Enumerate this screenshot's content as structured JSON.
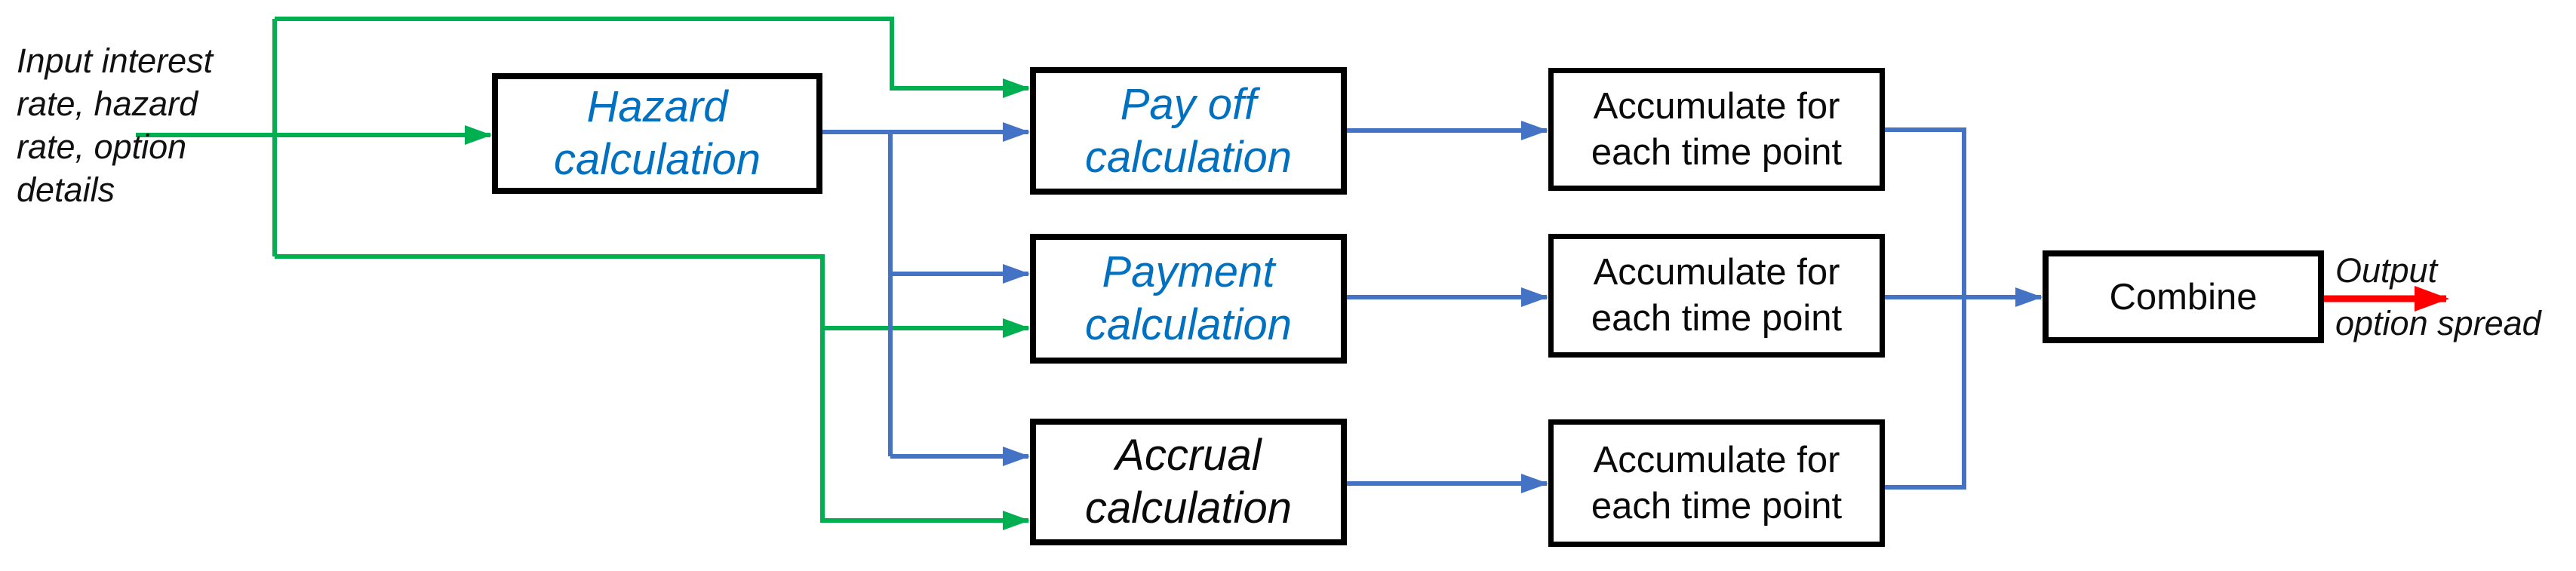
{
  "colors": {
    "green": "#00B050",
    "blue_line": "#4472C4",
    "blue_text": "#0070C0",
    "red": "#FF0000",
    "ink": "#000000"
  },
  "annotations": {
    "input": "Input interest\nrate, hazard\nrate, option\ndetails",
    "output_line1": "Output",
    "output_line2": "option spread"
  },
  "nodes": {
    "hazard": {
      "label": "Hazard\ncalculation"
    },
    "payoff": {
      "label": "Pay off\ncalculation"
    },
    "payment": {
      "label": "Payment\ncalculation"
    },
    "accrual": {
      "label": "Accrual\ncalculation"
    },
    "accumulate_payoff": {
      "label": "Accumulate for\neach time point"
    },
    "accumulate_payment": {
      "label": "Accumulate for\neach time point"
    },
    "accumulate_accrual": {
      "label": "Accumulate for\neach time point"
    },
    "combine": {
      "label": "Combine"
    }
  },
  "flows": [
    {
      "from": "input",
      "to": "hazard",
      "color": "green"
    },
    {
      "from": "input",
      "to": "payoff",
      "color": "green"
    },
    {
      "from": "input",
      "to": "payment",
      "color": "green"
    },
    {
      "from": "input",
      "to": "accrual",
      "color": "green"
    },
    {
      "from": "hazard",
      "to": "payoff",
      "color": "blue"
    },
    {
      "from": "hazard",
      "to": "payment",
      "color": "blue"
    },
    {
      "from": "hazard",
      "to": "accrual",
      "color": "blue"
    },
    {
      "from": "payoff",
      "to": "accumulate_payoff",
      "color": "blue"
    },
    {
      "from": "payment",
      "to": "accumulate_payment",
      "color": "blue"
    },
    {
      "from": "accrual",
      "to": "accumulate_accrual",
      "color": "blue"
    },
    {
      "from": "accumulate_payoff",
      "to": "combine",
      "color": "blue"
    },
    {
      "from": "accumulate_payment",
      "to": "combine",
      "color": "blue"
    },
    {
      "from": "accumulate_accrual",
      "to": "combine",
      "color": "blue"
    },
    {
      "from": "combine",
      "to": "output",
      "color": "red"
    }
  ]
}
